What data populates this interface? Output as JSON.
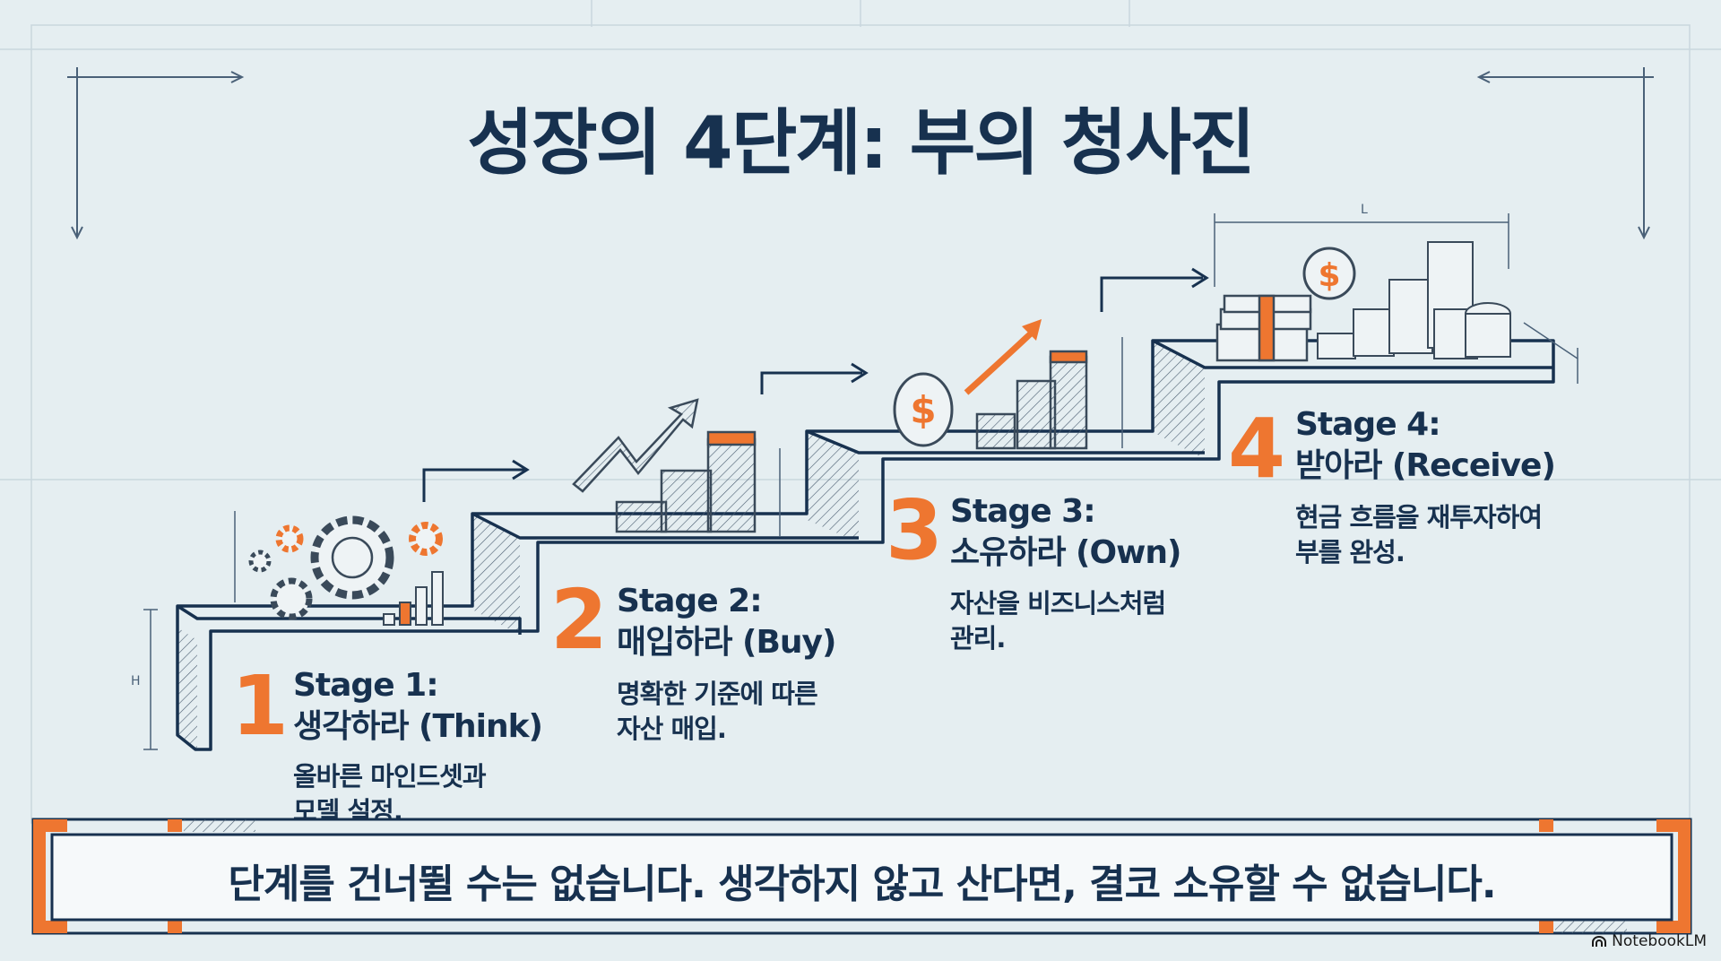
{
  "title": "성장의 4단계: 부의 청사진",
  "stages": [
    {
      "number": "1",
      "title": "Stage 1:",
      "subtitle": "생각하라 (Think)",
      "desc": [
        "올바른 마인드셋과",
        "모델 설정."
      ]
    },
    {
      "number": "2",
      "title": "Stage 2:",
      "subtitle": "매입하라 (Buy)",
      "desc": [
        "명확한 기준에 따른",
        "자산 매입."
      ]
    },
    {
      "number": "3",
      "title": "Stage 3:",
      "subtitle": "소유하라 (Own)",
      "desc": [
        "자산을 비즈니스처럼",
        "관리."
      ]
    },
    {
      "number": "4",
      "title": "Stage 4:",
      "subtitle": "받아라 (Receive)",
      "desc": [
        "현금 흐름을 재투자하여",
        "부를 완성."
      ]
    }
  ],
  "banner": "단계를 건너뛸 수는 없습니다. 생각하지 않고 산다면, 결코 소유할 수 없습니다.",
  "dimension_labels": {
    "height": "H",
    "length": "L"
  },
  "brand": "NotebookLM",
  "colors": {
    "navy": "#17314f",
    "orange": "#ee7630",
    "background": "#e5eef1"
  }
}
